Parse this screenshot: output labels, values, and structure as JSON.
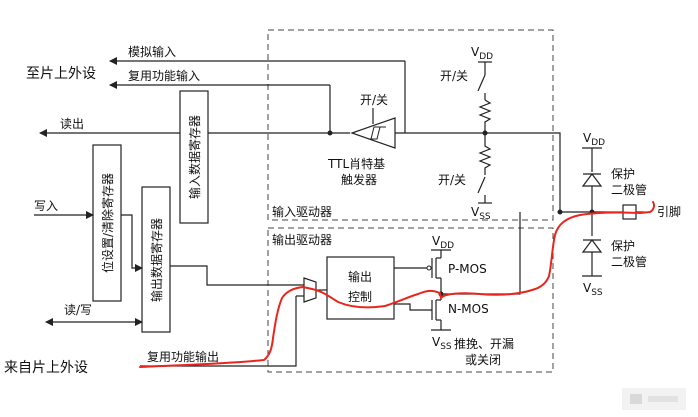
{
  "left": {
    "to_peripheral": "至片上外设",
    "from_peripheral": "来自片上外设",
    "read": "读出",
    "write": "写入",
    "read_write": "读/写"
  },
  "signals": {
    "analog_input": "模拟输入",
    "alt_func_input": "复用功能输入",
    "alt_func_output": "复用功能输出"
  },
  "registers": {
    "input_data": "输入数据寄存器",
    "bit_set_reset": "位设置/清除寄存器",
    "output_data": "输出数据寄存器"
  },
  "input_driver": {
    "title": "输入驱动器",
    "schmitt_line1": "TTL肖特基",
    "schmitt_line2": "触发器",
    "on_off": "开/关",
    "pull_up_switch": "开/关",
    "pull_down_switch": "开/关",
    "vdd": "V",
    "vdd_sub": "DD",
    "vss": "V",
    "vss_sub": "SS"
  },
  "output_driver": {
    "title": "输出驱动器",
    "control_line1": "输出",
    "control_line2": "控制",
    "pmos": "P-MOS",
    "nmos": "N-MOS",
    "vdd": "V",
    "vdd_sub": "DD",
    "vss": "V",
    "vss_sub": "SS",
    "mode_line1": "推挽、开漏",
    "mode_line2": "或关闭"
  },
  "protection": {
    "vdd": "V",
    "vdd_sub": "DD",
    "vss": "V",
    "vss_sub": "SS",
    "upper_line1": "保护",
    "upper_line2": "二极管",
    "lower_line1": "保护",
    "lower_line2": "二极管",
    "pin": "引脚"
  },
  "colors": {
    "highlight_path": "#e8261d",
    "line": "#222222",
    "watermark": "#d0d0d0"
  }
}
